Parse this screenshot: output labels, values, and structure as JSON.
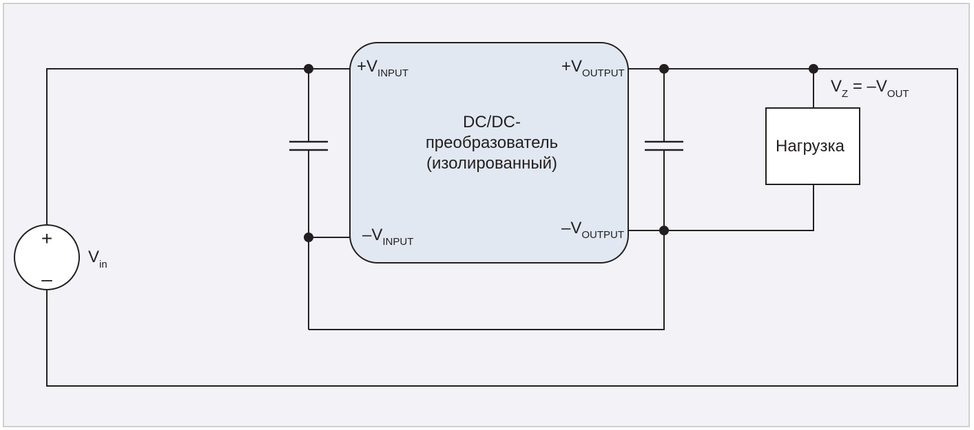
{
  "colors": {
    "frame_border": "#cfcfcf",
    "background": "#f3f2f7",
    "converter_fill": "#e1e8f1",
    "wire": "#231f20"
  },
  "source": {
    "plus": "+",
    "minus": "–",
    "label_main": "V",
    "label_sub": "in"
  },
  "converter": {
    "title_lines": [
      "DC/DC-",
      "преобразователь",
      "(изолированный)"
    ],
    "pin_in_pos_main": "+V",
    "pin_in_pos_sub": "INPUT",
    "pin_in_neg_main": "–V",
    "pin_in_neg_sub": "INPUT",
    "pin_out_pos_main": "+V",
    "pin_out_pos_sub": "OUTPUT",
    "pin_out_neg_main": "–V",
    "pin_out_neg_sub": "OUTPUT"
  },
  "load": {
    "label": "Нагрузка"
  },
  "vz_formula": {
    "v1": "V",
    "sub1": "Z",
    "mid": " = –V",
    "sub2": "OUT"
  }
}
